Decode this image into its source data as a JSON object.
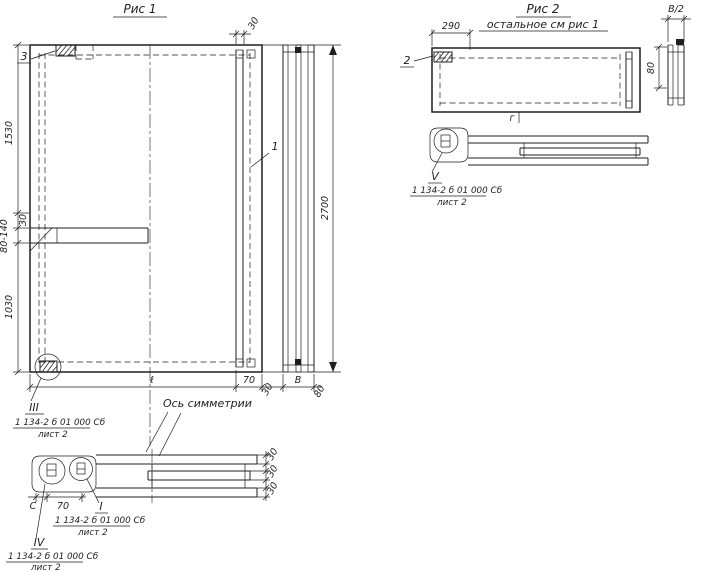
{
  "colors": {
    "ink": "#1f1f1f",
    "paper": "#ffffff"
  },
  "shared": {
    "ref": "1 134-2 б 01 000 Сб",
    "sheet": "лист 2"
  },
  "fig1": {
    "title": "Рис 1",
    "callout_3": "3",
    "callout_1": "1",
    "dim_top_30": "30",
    "dim_left_1530": "1530",
    "dim_left_30": "30",
    "dim_left_80_140": "80-140",
    "dim_left_1030": "1030",
    "dim_right_2700": "2700",
    "dim_bottom_l": "ℓ",
    "dim_bottom_70": "70",
    "dim_bottom_30": "30",
    "dim_bottom_B": "В",
    "dim_bottom_80": "80",
    "axis_label": "Ось симметрии",
    "detail_3_mark": "III"
  },
  "section1": {
    "dim_c": "С",
    "dim_70": "70",
    "dim_30": "30",
    "mark_I": "I",
    "mark_IV": "IV"
  },
  "fig2": {
    "title": "Рис 2",
    "subtitle": "остальное см рис 1",
    "callout_2": "2",
    "dim_290": "290",
    "dim_80": "80",
    "dim_B2": "В/2",
    "axis_mark": "г",
    "mark_V": "V"
  }
}
